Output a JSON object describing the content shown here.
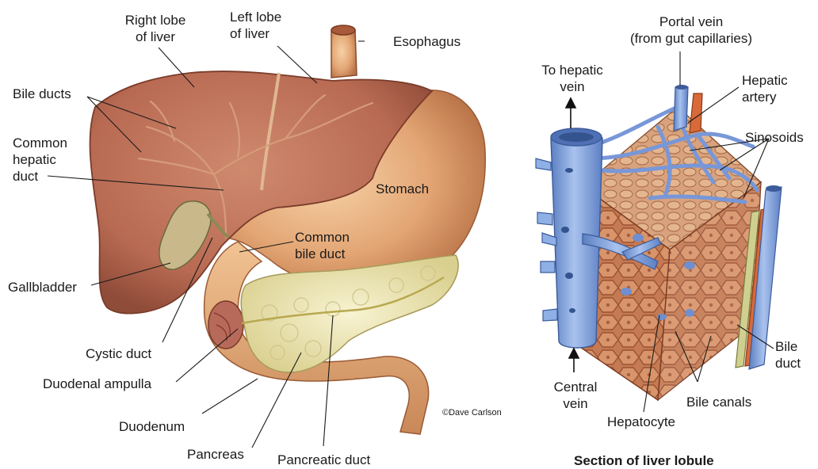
{
  "liver_diagram": {
    "labels": {
      "right_lobe": "Right lobe\nof liver",
      "left_lobe": "Left lobe\nof liver",
      "esophagus": "Esophagus",
      "bile_ducts": "Bile ducts",
      "common_hepatic_duct": "Common\nhepatic\nduct",
      "stomach": "Stomach",
      "common_bile_duct": "Common\nbile duct",
      "gallbladder": "Gallbladder",
      "cystic_duct": "Cystic duct",
      "duodenal_ampulla": "Duodenal ampulla",
      "duodenum": "Duodenum",
      "pancreas": "Pancreas",
      "pancreatic_duct": "Pancreatic duct"
    },
    "credit": "©Dave Carlson"
  },
  "lobule_diagram": {
    "labels": {
      "portal_vein": "Portal vein\n(from gut capillaries)",
      "to_hepatic_vein": "To hepatic\nvein",
      "hepatic_artery": "Hepatic\nartery",
      "sinosoids": "Sinosoids",
      "central_vein": "Central\nvein",
      "hepatocyte": "Hepatocyte",
      "bile_canals": "Bile canals",
      "bile_duct": "Bile\nduct"
    },
    "caption": "Section of liver lobule"
  },
  "colors": {
    "liver": "#b86a52",
    "stomach": "#e0a070",
    "pancreas": "#eee6b0",
    "vein": "#7a9fdc",
    "artery": "#d86a3a",
    "tissue": "#c9885e",
    "bile": "#c9c98a"
  }
}
